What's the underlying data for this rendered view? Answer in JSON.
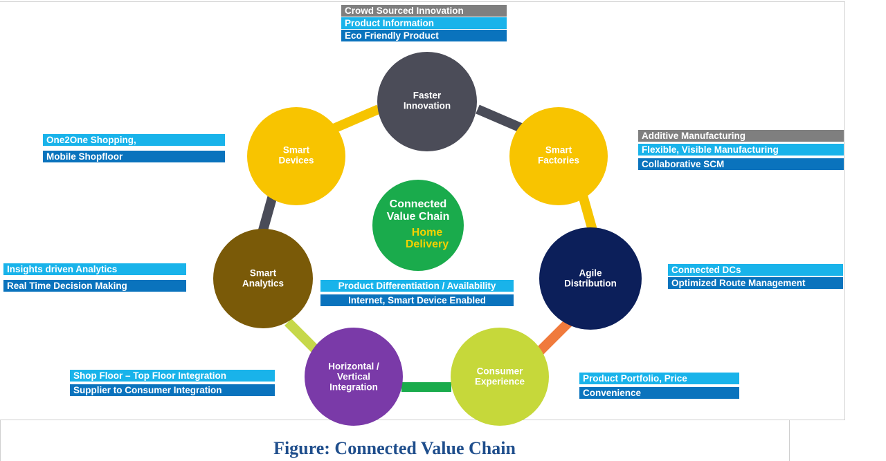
{
  "colors": {
    "gray_tag": "#7f7f7f",
    "light_blue_tag": "#19b3ea",
    "dark_blue_tag": "#0a73bd",
    "ring_gray": "#4a4c58",
    "ring_yellow": "#f6c400",
    "ring_orange": "#f07a3c",
    "ring_lime": "#c6d84a",
    "ring_green": "#1aab4c",
    "caption": "#1f4e8c",
    "center_text_white": "#ffffff",
    "center_text_yellow": "#f6d100"
  },
  "center": {
    "title_line1": "Connected",
    "title_line2": "Value Chain",
    "subtitle_line1": "Home",
    "subtitle_line2": "Delivery"
  },
  "nodes": [
    {
      "id": "faster-innovation",
      "line1": "Faster",
      "line2": "Innovation",
      "fill": "#4b4c58",
      "text_color": "#ffffff"
    },
    {
      "id": "smart-factories",
      "line1": "Smart",
      "line2": "Factories",
      "fill": "#f8c400",
      "text_color": "#ffffff"
    },
    {
      "id": "agile-distribution",
      "line1": "Agile",
      "line2": "Distribution",
      "fill": "#0c1f5a",
      "text_color": "#ffffff"
    },
    {
      "id": "consumer-experience",
      "line1": "Consumer",
      "line2": "Experience",
      "fill": "#c6d83a",
      "text_color": "#ffffff"
    },
    {
      "id": "horizontal-vertical-integration",
      "line1": "Horizontal /",
      "line2": "Vertical",
      "line3": "Integration",
      "fill": "#7a3aa8",
      "text_color": "#ffffff"
    },
    {
      "id": "smart-analytics",
      "line1": "Smart",
      "line2": "Analytics",
      "fill": "#7a5a08",
      "text_color": "#ffffff"
    },
    {
      "id": "smart-devices",
      "line1": "Smart",
      "line2": "Devices",
      "fill": "#f8c400",
      "text_color": "#ffffff"
    }
  ],
  "tags": {
    "innovation": [
      "Crowd Sourced Innovation",
      "Product Information",
      "Eco Friendly Product"
    ],
    "factories": [
      "Additive Manufacturing",
      "Flexible, Visible  Manufacturing",
      "Collaborative SCM"
    ],
    "distribution": [
      "Connected DCs",
      "Optimized Route Management"
    ],
    "consumer": [
      "Product Portfolio, Price",
      "Convenience"
    ],
    "integration": [
      "Shop Floor – Top Floor Integration",
      "Supplier to Consumer Integration"
    ],
    "analytics": [
      "Insights driven Analytics",
      "Real Time Decision Making"
    ],
    "devices": [
      "One2One Shopping,",
      "Mobile Shopfloor"
    ],
    "middle": [
      "Product Differentiation  / Availability",
      "Internet,  Smart Device Enabled"
    ]
  },
  "caption": "Figure: Connected Value Chain"
}
